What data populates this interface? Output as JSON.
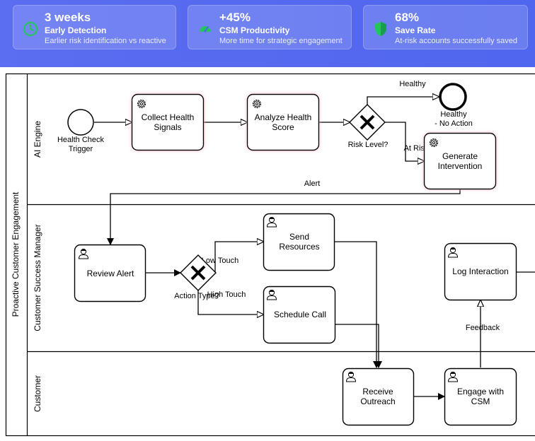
{
  "kpis": [
    {
      "value": "3 weeks",
      "label": "Early Detection",
      "sub": "Earlier risk identification vs reactive",
      "icon": "clock-icon"
    },
    {
      "value": "+45%",
      "label": "CSM Productivity",
      "sub": "More time for strategic engagement",
      "icon": "gauge-icon"
    },
    {
      "value": "68%",
      "label": "Save Rate",
      "sub": "At-risk accounts successfully saved",
      "icon": "shield-icon"
    }
  ],
  "colors": {
    "kpi_icon": "#22c55e",
    "banner": "#5468ee",
    "task_glow": "#f3b8c4"
  },
  "pool": {
    "label": "Proactive Customer Engagement"
  },
  "lanes": {
    "ai": "AI Engine",
    "csm": "Customer Success Manager",
    "customer": "Customer"
  },
  "events": {
    "start": [
      "Health Check",
      "Trigger"
    ],
    "end": [
      "Healthy",
      "- No Action"
    ]
  },
  "tasks": {
    "collect": [
      "Collect Health",
      "Signals"
    ],
    "analyze": [
      "Analyze Health",
      "Score"
    ],
    "generate": [
      "Generate",
      "Intervention"
    ],
    "review": "Review Alert",
    "send": [
      "Send",
      "Resources"
    ],
    "schedule": "Schedule Call",
    "log": "Log Interaction",
    "receive": [
      "Receive",
      "Outreach"
    ],
    "engage": [
      "Engage with",
      "CSM"
    ]
  },
  "gateways": {
    "risk": "Risk Level?",
    "action": "Action Type?"
  },
  "flows": {
    "healthy": "Healthy",
    "at_risk": "At Risk",
    "alert": "Alert",
    "low_touch": "Low Touch",
    "high_touch": "High Touch",
    "feedback": "Feedback"
  }
}
